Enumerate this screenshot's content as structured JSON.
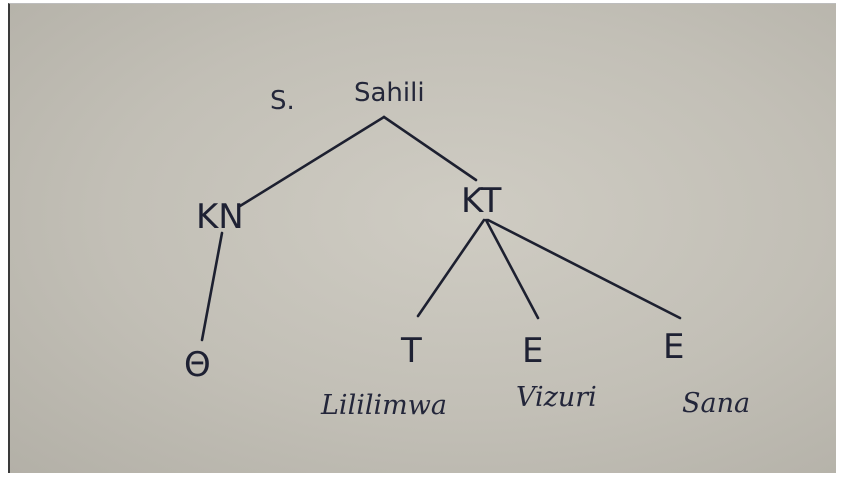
{
  "diagram": {
    "root": {
      "prefix": "S.",
      "label": "Sahili"
    },
    "nodes": {
      "kn": "KN",
      "kt": "KT",
      "kn_child": "Θ",
      "t": "T",
      "e1": "E",
      "e2": "E"
    },
    "words": {
      "t": "Lililimwa",
      "e1": "Vizuri",
      "e2": "Sana"
    },
    "colors": {
      "ink": "#1e2133",
      "paper": "#c6c3ba"
    }
  }
}
